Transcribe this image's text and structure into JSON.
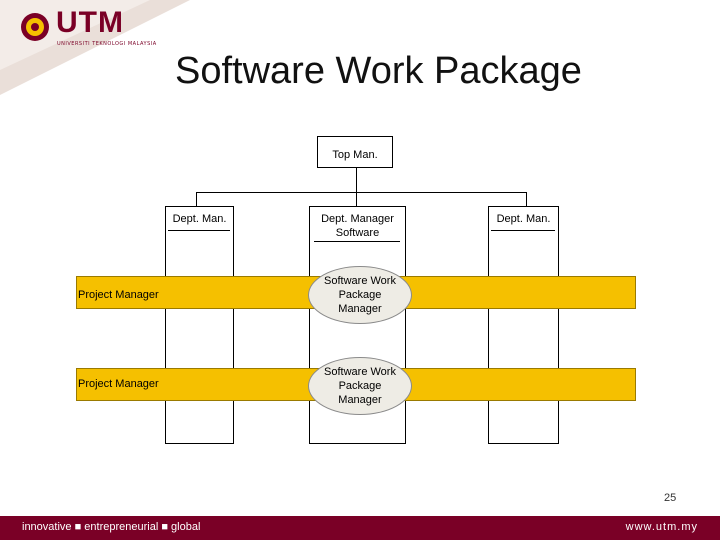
{
  "header": {
    "logo_text": "UTM",
    "logo_subtitle": "UNIVERSITI TEKNOLOGI MALAYSIA",
    "logo_emblem": "utm-crest-icon"
  },
  "slide": {
    "title": "Software Work Package",
    "page_number": "25"
  },
  "diagram": {
    "top": "Top Man.",
    "departments": [
      "Dept. Man.",
      "Dept. Manager Software",
      "Dept. Man."
    ],
    "project_rows": [
      {
        "label": "Project Manager",
        "package": "Software Work Package Manager"
      },
      {
        "label": "Project Manager",
        "package": "Software Work Package Manager"
      }
    ]
  },
  "footer": {
    "tagline_left": "innovative ■ entrepreneurial ■ global",
    "url": "www.utm.my"
  },
  "colors": {
    "brand": "#7a0026",
    "band": "#f5c000",
    "ellipse": "#eeece5"
  }
}
